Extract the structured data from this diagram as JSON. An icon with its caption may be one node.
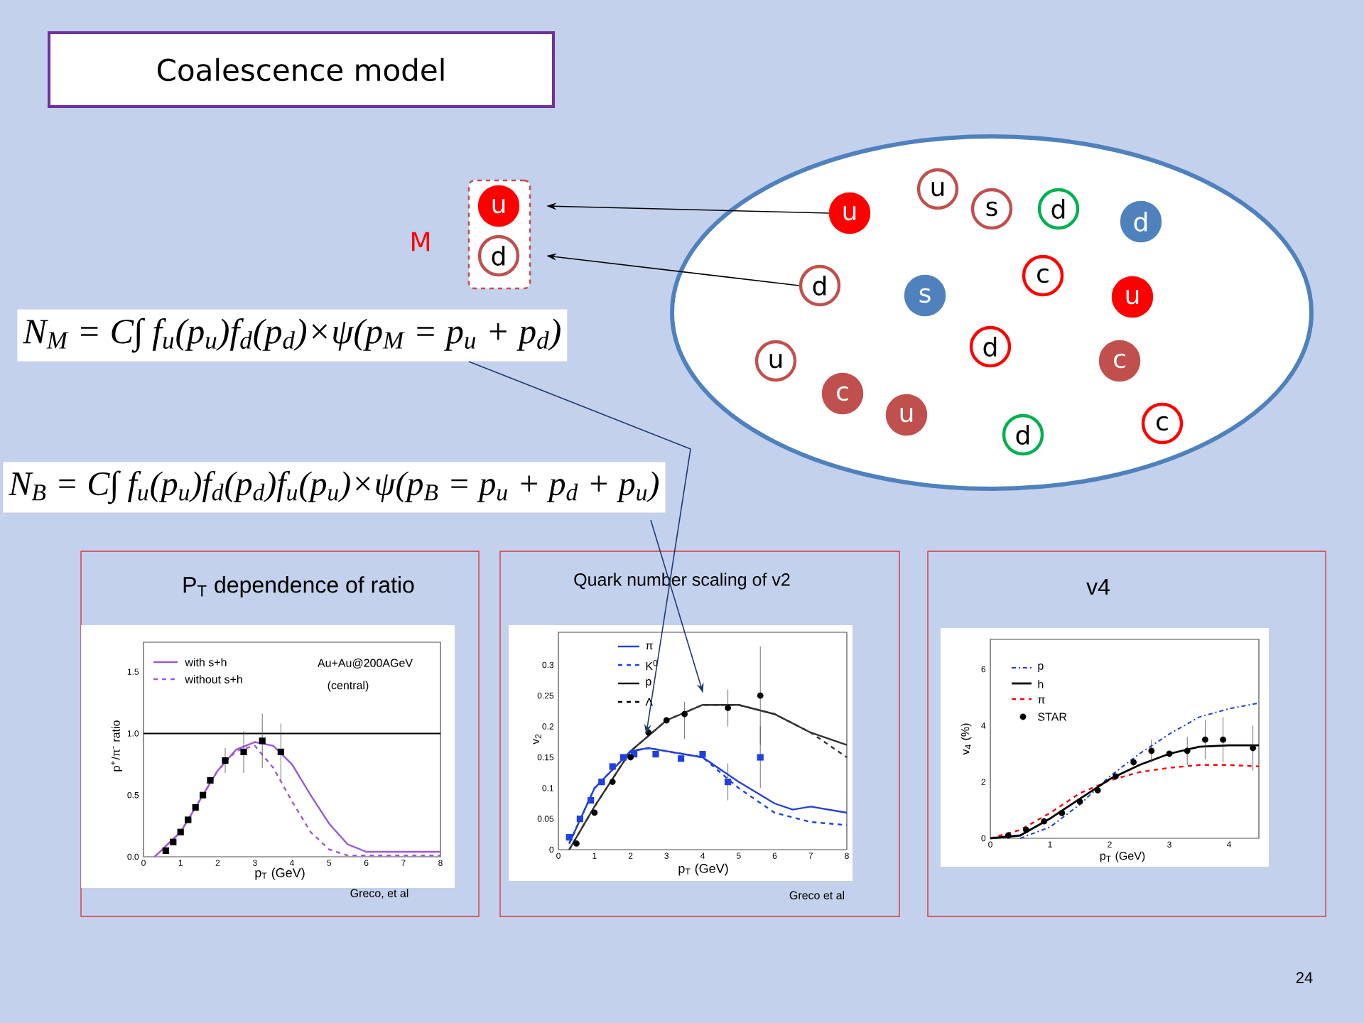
{
  "diagram": {
    "nodes": [
      {
        "text": [
          "Coalescence model"
        ]
      },
      {
        "text": [],
        "shape": "box",
        "beside": [
          "M"
        ]
      },
      {
        "text": [
          "u"
        ],
        "in": 1
      },
      {
        "text": [
          "d"
        ],
        "in": 1
      },
      {
        "text": [],
        "shape": "ellipse"
      },
      {
        "text": [
          "u"
        ],
        "in": 4
      },
      {
        "text": [
          "u"
        ],
        "in": 4
      },
      {
        "text": [
          "s"
        ],
        "in": 4
      },
      {
        "text": [
          "d"
        ],
        "in": 4
      },
      {
        "text": [
          "d"
        ],
        "in": 4
      },
      {
        "text": [
          "d"
        ],
        "in": 4
      },
      {
        "text": [
          "s"
        ],
        "in": 4
      },
      {
        "text": [
          "c"
        ],
        "in": 4
      },
      {
        "text": [
          "u"
        ],
        "in": 4
      },
      {
        "text": [
          "d"
        ],
        "in": 4
      },
      {
        "text": [
          "u"
        ],
        "in": 4
      },
      {
        "text": [
          "c"
        ],
        "in": 4
      },
      {
        "text": [
          "c"
        ],
        "in": 4
      },
      {
        "text": [
          "u"
        ],
        "in": 4
      },
      {
        "text": [
          "d"
        ],
        "in": 4
      },
      {
        "text": [
          "c"
        ],
        "in": 4
      },
      {
        "text": [
          "N$_{M}$ = C∫ f$_{u}$(p$_{u}$)f$_{d}$(p$_{d}$)×ψ(p$_{M}$ = p$_{u}$ + p$_{d}$)"
        ]
      },
      {
        "text": [
          "N$_{B}$ = C∫ f$_{u}$(p$_{u}$)f$_{d}$(p$_{d}$)f$_{u}$(p$_{u}$)×ψ(p$_{B}$ = p$_{u}$ + p$_{d}$ + p$_{u}$)"
        ]
      },
      {
        "text": [
          "P$_{T}$ dependence of ratio",
          "Greco, et al"
        ]
      },
      {
        "text": [],
        "shape": "picture",
        "in": 23
      },
      {
        "text": [
          "Quark number scaling of v2",
          "Greco et al"
        ]
      },
      {
        "text": [],
        "shape": "picture",
        "in": 25
      },
      {
        "text": [
          "v4"
        ]
      },
      {
        "text": [],
        "shape": "picture",
        "in": 27
      }
    ],
    "edges": [
      {
        "from": 5,
        "to": 2,
        "arrow": "to"
      },
      {
        "from": 10,
        "to": 3,
        "arrow": "to"
      },
      {
        "from": 21,
        "to": 26,
        "arrow": "to",
        "color": "#1f3a70"
      },
      {
        "from": 22,
        "to": 26,
        "arrow": "to",
        "color": "#1f3a70"
      }
    ],
    "labels": [
      "with s+h",
      "without s+h",
      "Au+Au@200AGeV",
      "(central)",
      "p$^{+}$/π$^{-}$ ratio",
      "p$_{T}$ (GeV)",
      "0.0",
      "0.5",
      "1.0",
      "1.5",
      "0",
      "1",
      "2",
      "3",
      "4",
      "5",
      "6",
      "7",
      "8",
      "π",
      "K$^{0}$",
      "p",
      "Λ",
      "v$_{2}$",
      "p$_{T}$ (GeV)",
      "0",
      "0.05",
      "0.1",
      "0.15",
      "0.2",
      "0.25",
      "0.3",
      "0",
      "1",
      "2",
      "3",
      "4",
      "5",
      "6",
      "7",
      "8",
      "p",
      "h",
      "π",
      "STAR",
      "v$_{4}$ (%)",
      "p$_{T}$ (GeV)",
      "0",
      "2",
      "4",
      "6",
      "0",
      "1",
      "2",
      "3",
      "4",
      "24"
    ]
  }
}
